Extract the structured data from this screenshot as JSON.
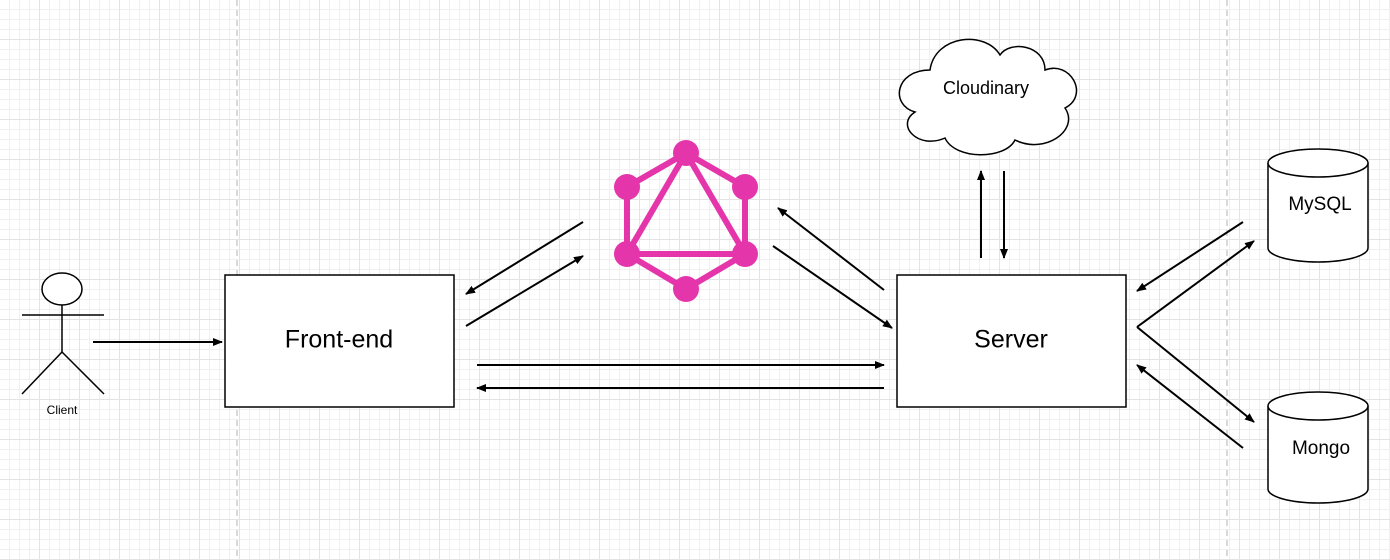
{
  "nodes": {
    "client": {
      "label": "Client"
    },
    "frontend": {
      "label": "Front-end"
    },
    "server": {
      "label": "Server"
    },
    "cloudinary": {
      "label": "Cloudinary"
    },
    "mysql": {
      "label": "MySQL"
    },
    "mongo": {
      "label": "Mongo"
    },
    "graphql": {
      "icon": "graphql-icon"
    }
  },
  "colors": {
    "graphql": "#E535AB",
    "stroke": "#000000",
    "grid": "#e3e3e3",
    "divider": "#b3b3b3"
  }
}
